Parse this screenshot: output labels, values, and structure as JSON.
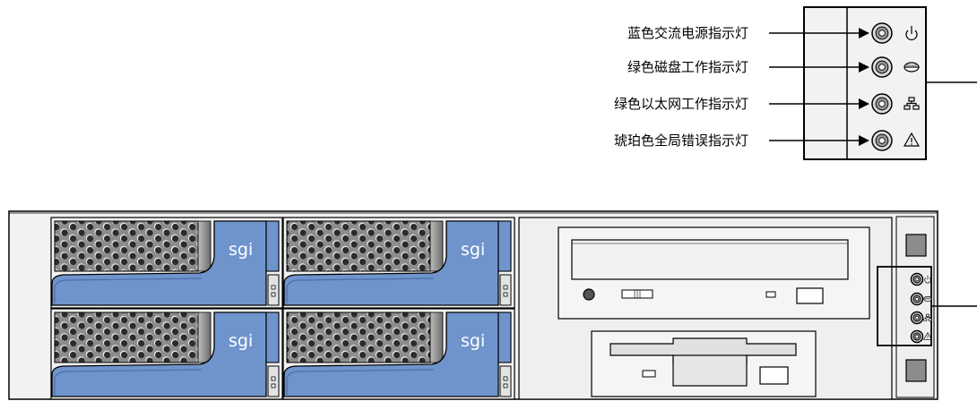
{
  "callouts": [
    {
      "label": "蓝色交流电源指示灯",
      "icon": "power-icon"
    },
    {
      "label": "绿色磁盘工作指示灯",
      "icon": "disk-icon"
    },
    {
      "label": "绿色以太网工作指示灯",
      "icon": "network-icon"
    },
    {
      "label": "琥珀色全局错误指示灯",
      "icon": "warning-icon"
    }
  ],
  "drive_bays": [
    {
      "logo": "sgi"
    },
    {
      "logo": "sgi"
    },
    {
      "logo": "sgi"
    },
    {
      "logo": "sgi"
    }
  ],
  "colors": {
    "bay_blue": "#6f94cc",
    "bay_blue_dark": "#4b6ea8",
    "chassis": "#f2f2f2",
    "mesh": "#8a8a8a",
    "outline": "#000000"
  }
}
